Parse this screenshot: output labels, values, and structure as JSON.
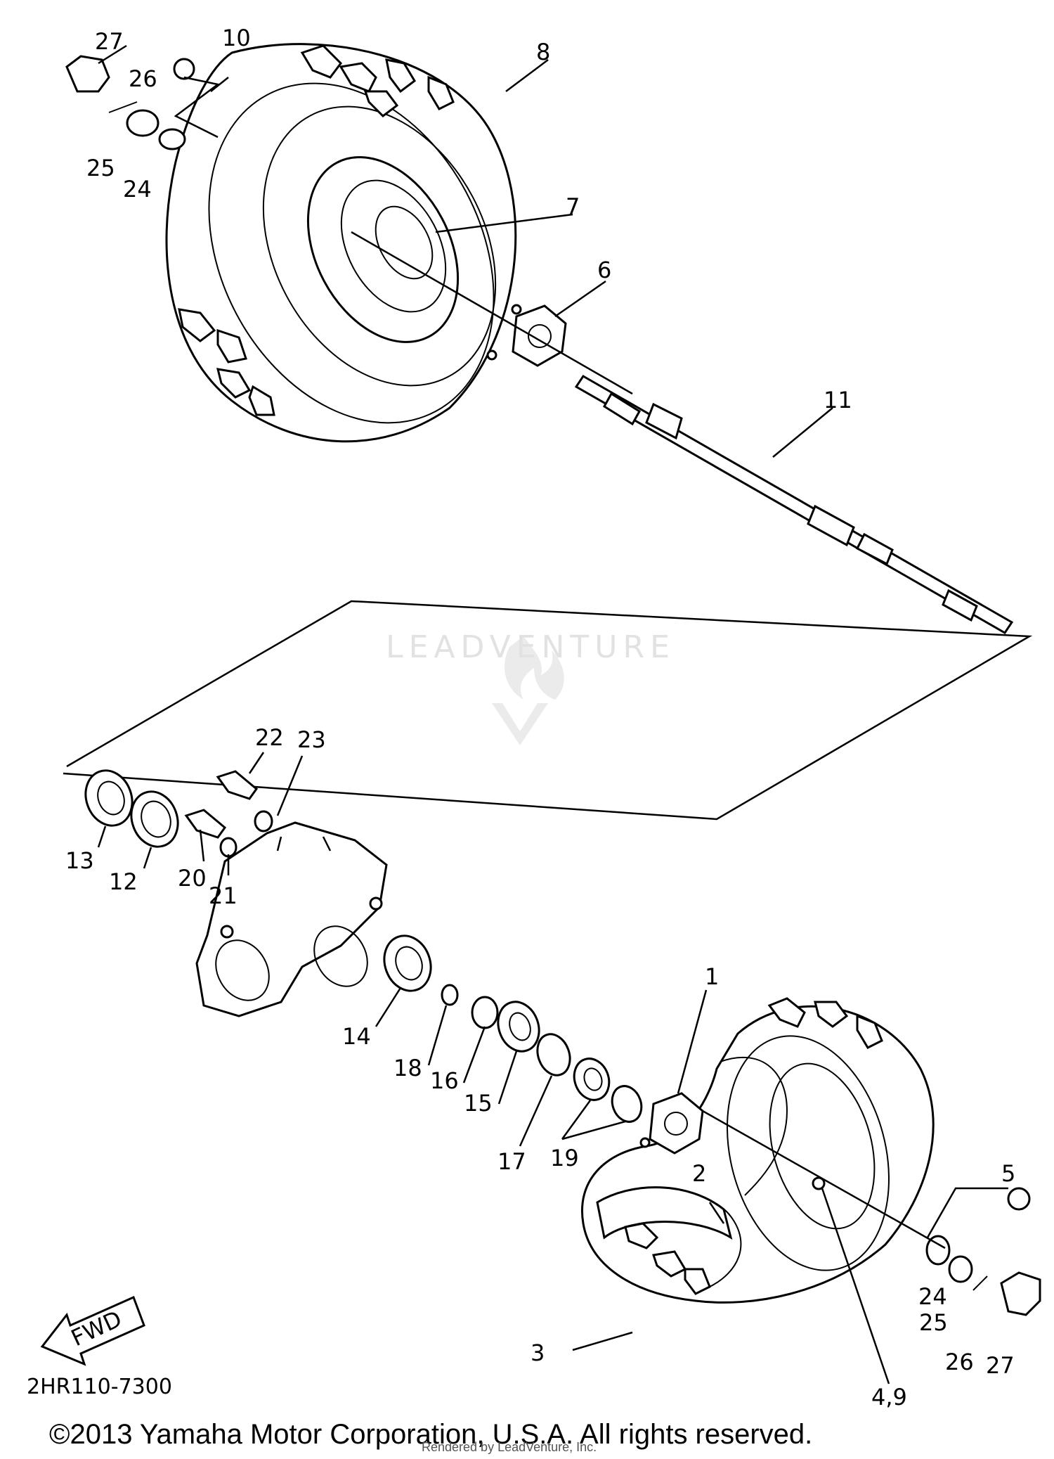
{
  "diagram": {
    "code": "2HR110-7300",
    "fwd_label": "FWD",
    "watermark": "LEADVENTURE",
    "copyright": "©2013 Yamaha Motor Corporation, U.S.A. All rights reserved.",
    "rendered_by": "Rendered by LeadVenture, Inc.",
    "callouts": {
      "c1": "1",
      "c2": "2",
      "c3": "3",
      "c49": "4,9",
      "c5": "5",
      "c6": "6",
      "c7": "7",
      "c8": "8",
      "c10": "10",
      "c11": "11",
      "c12": "12",
      "c13": "13",
      "c14": "14",
      "c15": "15",
      "c16": "16",
      "c17": "17",
      "c18": "18",
      "c19": "19",
      "c20": "20",
      "c21": "21",
      "c22": "22",
      "c23": "23",
      "c24a": "24",
      "c25a": "25",
      "c26a": "26",
      "c27a": "27",
      "c24b": "24",
      "c25b": "25",
      "c26b": "26",
      "c27b": "27"
    }
  }
}
